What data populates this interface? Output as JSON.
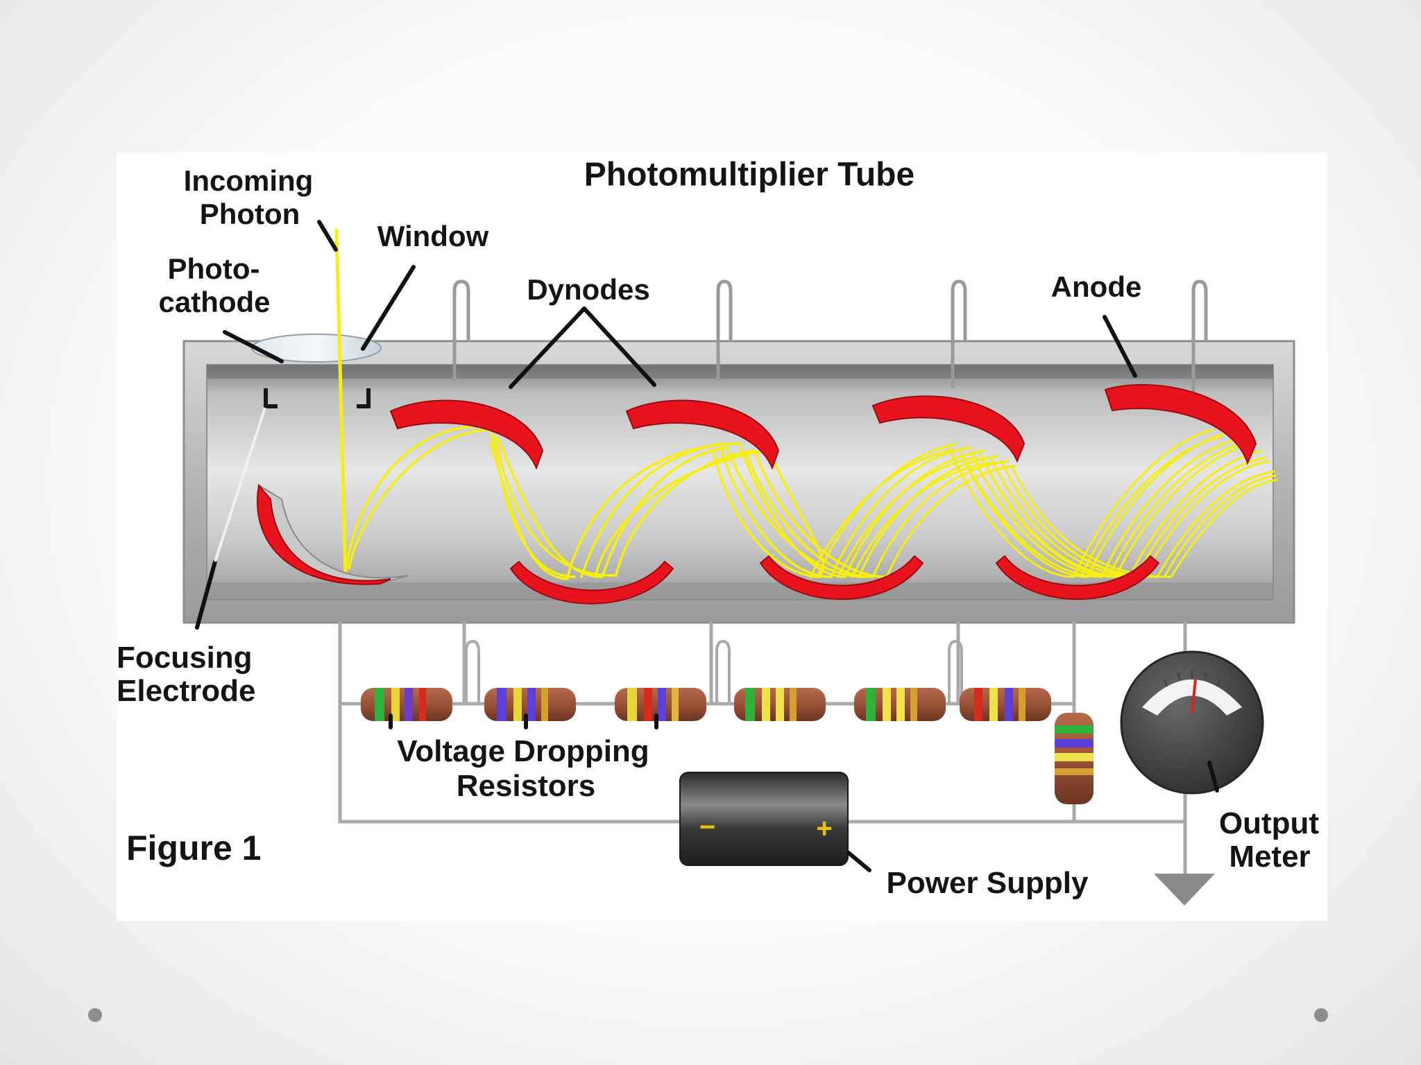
{
  "diagram": {
    "title": "Photomultiplier Tube",
    "figure_label": "Figure 1",
    "labels": {
      "incoming_photon": [
        "Incoming",
        "Photon"
      ],
      "photocathode": [
        "Photo-",
        "cathode"
      ],
      "window": "Window",
      "dynodes": "Dynodes",
      "anode": "Anode",
      "focusing_electrode": [
        "Focusing",
        "Electrode"
      ],
      "voltage_dropping_resistors": [
        "Voltage Dropping",
        "Resistors"
      ],
      "power_supply": "Power Supply",
      "output_meter": [
        "Output",
        "Meter"
      ]
    },
    "battery": {
      "negative": "−",
      "positive": "+"
    },
    "colors": {
      "photon_paths": "#f6ee10",
      "dynode": "#e8131c",
      "tube_body": "#b9b9b9",
      "wire": "#a9a9a9",
      "meter": "#4a4a4a"
    }
  }
}
